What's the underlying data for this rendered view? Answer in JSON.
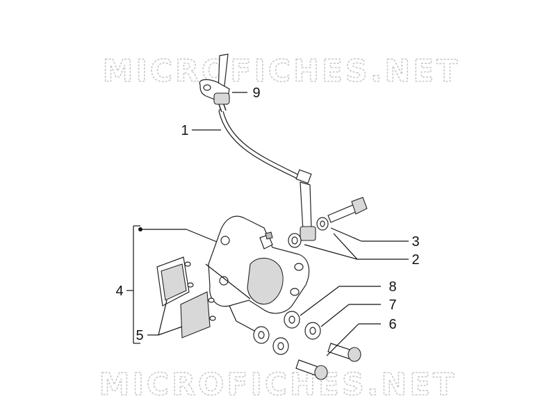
{
  "watermark": {
    "text": "MICROFICHES.NET"
  },
  "callouts": [
    {
      "id": "1",
      "label": "1"
    },
    {
      "id": "2",
      "label": "2"
    },
    {
      "id": "3",
      "label": "3"
    },
    {
      "id": "4",
      "label": "4"
    },
    {
      "id": "5",
      "label": "5"
    },
    {
      "id": "6",
      "label": "6"
    },
    {
      "id": "7",
      "label": "7"
    },
    {
      "id": "8",
      "label": "8"
    },
    {
      "id": "9",
      "label": "9"
    }
  ]
}
